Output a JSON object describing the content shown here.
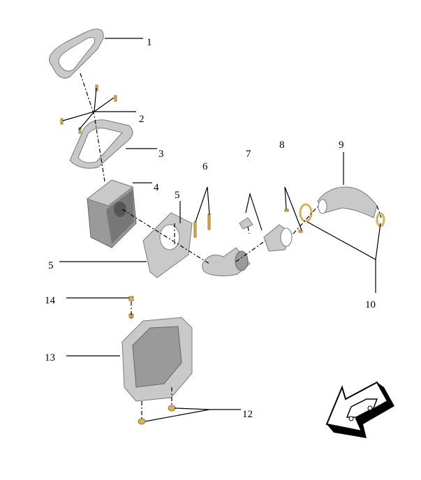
{
  "diagram": {
    "callouts": {
      "c1": "1",
      "c2": "2",
      "c3": "3",
      "c4": "4",
      "c5a": "5",
      "c5b": "5",
      "c6": "6",
      "c7": "7",
      "c8": "8",
      "c9": "9",
      "c10": "10",
      "c12": "12",
      "c13": "13",
      "c14": "14"
    },
    "colors": {
      "part": "#c9c9c9",
      "fastener": "#d6b35a",
      "line": "#000000"
    },
    "orientation_icon": "vehicle-front-arrow-icon"
  }
}
